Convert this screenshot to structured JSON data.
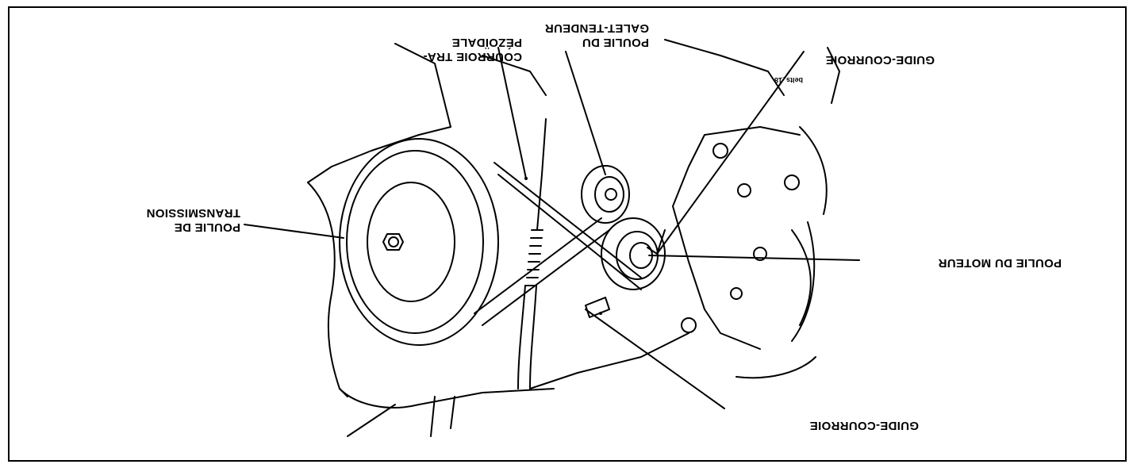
{
  "labels": {
    "guide_courroie_bottom": "GUIDE-COURROIE",
    "poulie_moteur": "POULIE DU MOTEUR",
    "poulie_transmission_line1": "POULIE DE",
    "poulie_transmission_line2": "TRANSMISSION",
    "courroie_line1": "COURROIE TRA-",
    "courroie_line2": "PÉZOÏDALE",
    "poulie_galet_line1": "POULIE DU",
    "poulie_galet_line2": "GALET-TENDEUR",
    "guide_courroie_top": "GUIDE-COURROIE",
    "figure_id": "belts_18"
  },
  "colors": {
    "ink": "#000000",
    "paper": "#ffffff"
  }
}
